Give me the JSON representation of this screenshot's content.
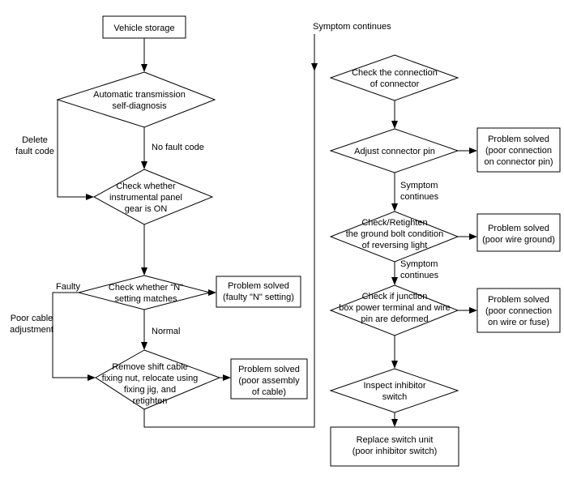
{
  "diagram": {
    "type": "flowchart",
    "title": "Inhibitor switch / reversing light diagnostic flowchart",
    "orientation": "two-column top-to-bottom",
    "nodes": {
      "vehicle_storage": "Vehicle storage",
      "auto_trans_self_diag_l1": "Automatic transmission",
      "auto_trans_self_diag_l2": "self-diagnosis",
      "check_instr_panel_l1": "Check whether",
      "check_instr_panel_l2": "instrumental panel",
      "check_instr_panel_l3": "gear is ON",
      "check_n_setting_l1": "Check whether \"N\"",
      "check_n_setting_l2": "setting matches",
      "solved_n_setting_l1": "Problem solved",
      "solved_n_setting_l2": "(faulty \"N\" setting)",
      "remove_shift_cable_l1": "Remove shift cable",
      "remove_shift_cable_l2": "fixing nut, relocate using",
      "remove_shift_cable_l3": "fixing jig, and",
      "remove_shift_cable_l4": "retighten",
      "solved_assembly_l1": "Problem solved",
      "solved_assembly_l2": "(poor assembly",
      "solved_assembly_l3": "of cable)",
      "check_connector_l1": "Check the connection",
      "check_connector_l2": "of connector",
      "adjust_connector_pin_l1": "Adjust connector pin",
      "solved_connector_pin_l1": "Problem solved",
      "solved_connector_pin_l2": "(poor connection",
      "solved_connector_pin_l3": "on connector pin)",
      "check_ground_bolt_l1": "Check/Retighten",
      "check_ground_bolt_l2": "the ground bolt condition",
      "check_ground_bolt_l3": "of reversing light",
      "solved_wire_ground_l1": "Problem solved",
      "solved_wire_ground_l2": "(poor wire ground)",
      "check_junction_box_l1": "Check if junction",
      "check_junction_box_l2": "box power terminal and wire",
      "check_junction_box_l3": "pin are deformed",
      "solved_wire_fuse_l1": "Problem solved",
      "solved_wire_fuse_l2": "(poor connection",
      "solved_wire_fuse_l3": "on wire or fuse)",
      "inspect_inhibitor_l1": "Inspect inhibitor",
      "inspect_inhibitor_l2": "switch",
      "replace_switch_unit_l1": "Replace switch unit",
      "replace_switch_unit_l2": "(poor inhibitor switch)"
    },
    "edge_labels": {
      "delete_fault_code_l1": "Delete",
      "delete_fault_code_l2": "fault code",
      "no_fault_code": "No fault code",
      "faulty": "Faulty",
      "normal": "Normal",
      "poor_cable_adjustment_l1": "Poor cable",
      "poor_cable_adjustment_l2": "adjustment",
      "symptom_continues_top": "Symptom continues",
      "symptom_continues_1_l1": "Symptom",
      "symptom_continues_1_l2": "continues",
      "symptom_continues_2_l1": "Symptom",
      "symptom_continues_2_l2": "continues"
    },
    "colors": {
      "stroke": "#000000",
      "fill": "#ffffff",
      "text": "#000000"
    }
  }
}
